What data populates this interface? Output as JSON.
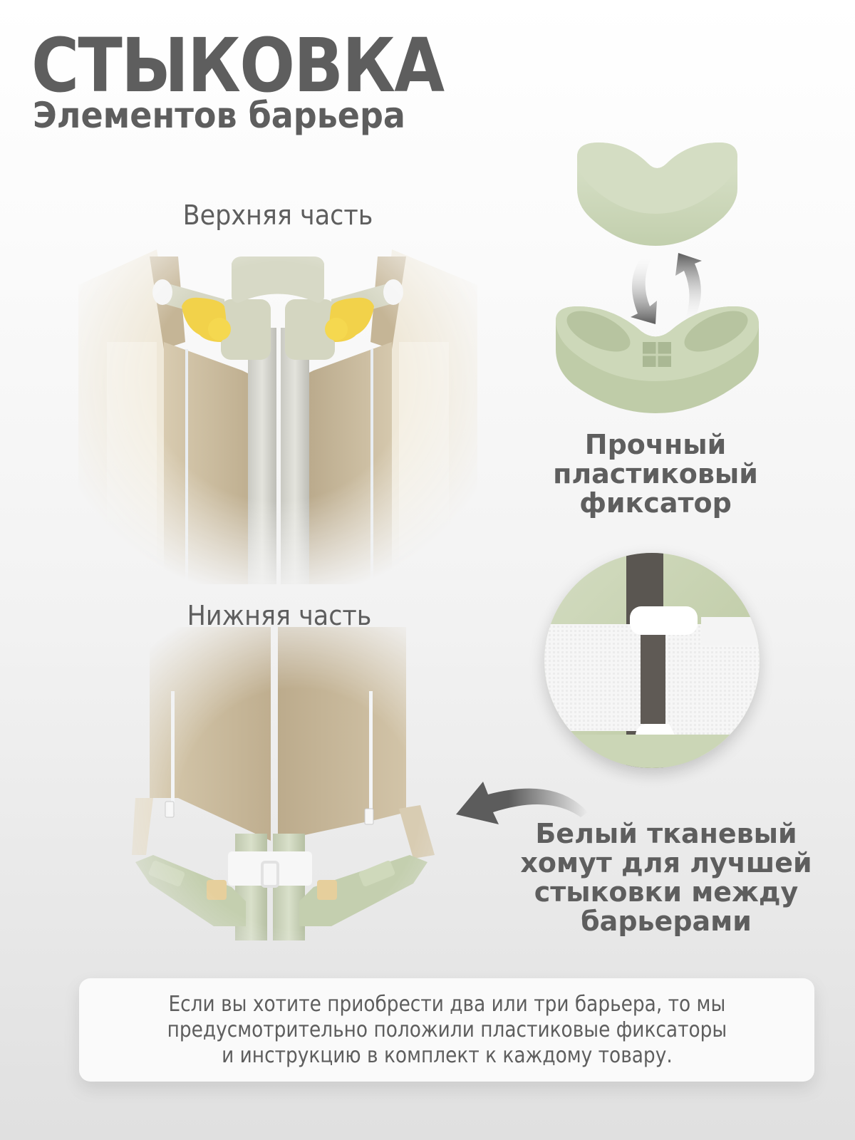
{
  "header": {
    "title": "СТЫКОВКА",
    "subtitle": "Элементов барьера"
  },
  "sections": {
    "upper": {
      "label": "Верхняя часть"
    },
    "lower": {
      "label": "Нижняя часть"
    }
  },
  "callouts": {
    "fixator": {
      "lines": [
        "Прочный",
        "пластиковый",
        "фиксатор"
      ]
    },
    "strap": {
      "lines": [
        "Белый тканевый",
        "хомут для лучшей",
        "стыковки между",
        "барьерами"
      ]
    }
  },
  "info_card": {
    "lines": [
      "Если вы хотите приобрести два или три барьера, то мы",
      "предусмотрительно положили пластиковые фиксаторы",
      "и инструкцию в комплект к каждому товару."
    ]
  },
  "icons": {
    "swap": "swap-arrows-icon",
    "pointer": "curved-arrow-left-icon"
  },
  "colors": {
    "text": "#5e5e5e",
    "fabric": "#c9b99a",
    "plastic_green": "#c9d6b6",
    "frame_grey": "#d9d9cf",
    "lock_yellow": "#f2d24a",
    "card_bg": "#fafafa"
  }
}
